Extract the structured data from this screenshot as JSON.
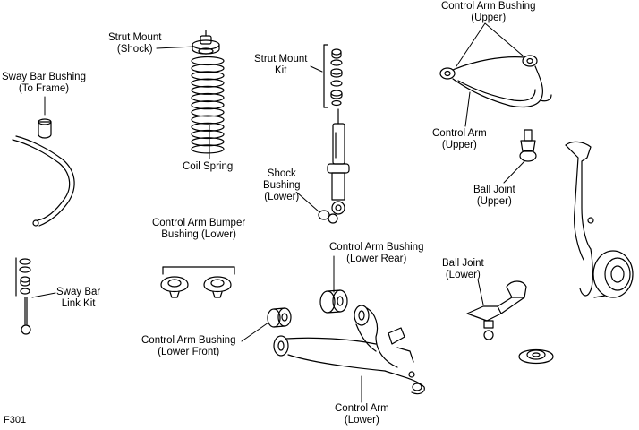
{
  "figure_id": "F301",
  "labels": {
    "strut_mount": [
      "Strut Mount",
      "(Shock)"
    ],
    "coil_spring": [
      "Coil Spring"
    ],
    "strut_mount_kit": [
      "Strut Mount",
      "Kit"
    ],
    "sway_bar_bushing": [
      "Sway Bar Bushing",
      "(To Frame)"
    ],
    "control_arm_bushing_upper": [
      "Control Arm Bushing",
      "(Upper)"
    ],
    "control_arm_upper": [
      "Control Arm",
      "(Upper)"
    ],
    "ball_joint_upper": [
      "Ball Joint",
      "(Upper)"
    ],
    "shock_bushing_lower": [
      "Shock",
      "Bushing",
      "(Lower)"
    ],
    "control_arm_bumper_bushing": [
      "Control Arm Bumper",
      "Bushing (Lower)"
    ],
    "control_arm_bushing_lower_rear": [
      "Control Arm Bushing",
      "(Lower Rear)"
    ],
    "ball_joint_lower": [
      "Ball Joint",
      "(Lower)"
    ],
    "sway_bar_link_kit": [
      "Sway Bar",
      "Link Kit"
    ],
    "control_arm_bushing_lower_front": [
      "Control Arm Bushing",
      "(Lower Front)"
    ],
    "control_arm_lower": [
      "Control Arm",
      "(Lower)"
    ]
  }
}
